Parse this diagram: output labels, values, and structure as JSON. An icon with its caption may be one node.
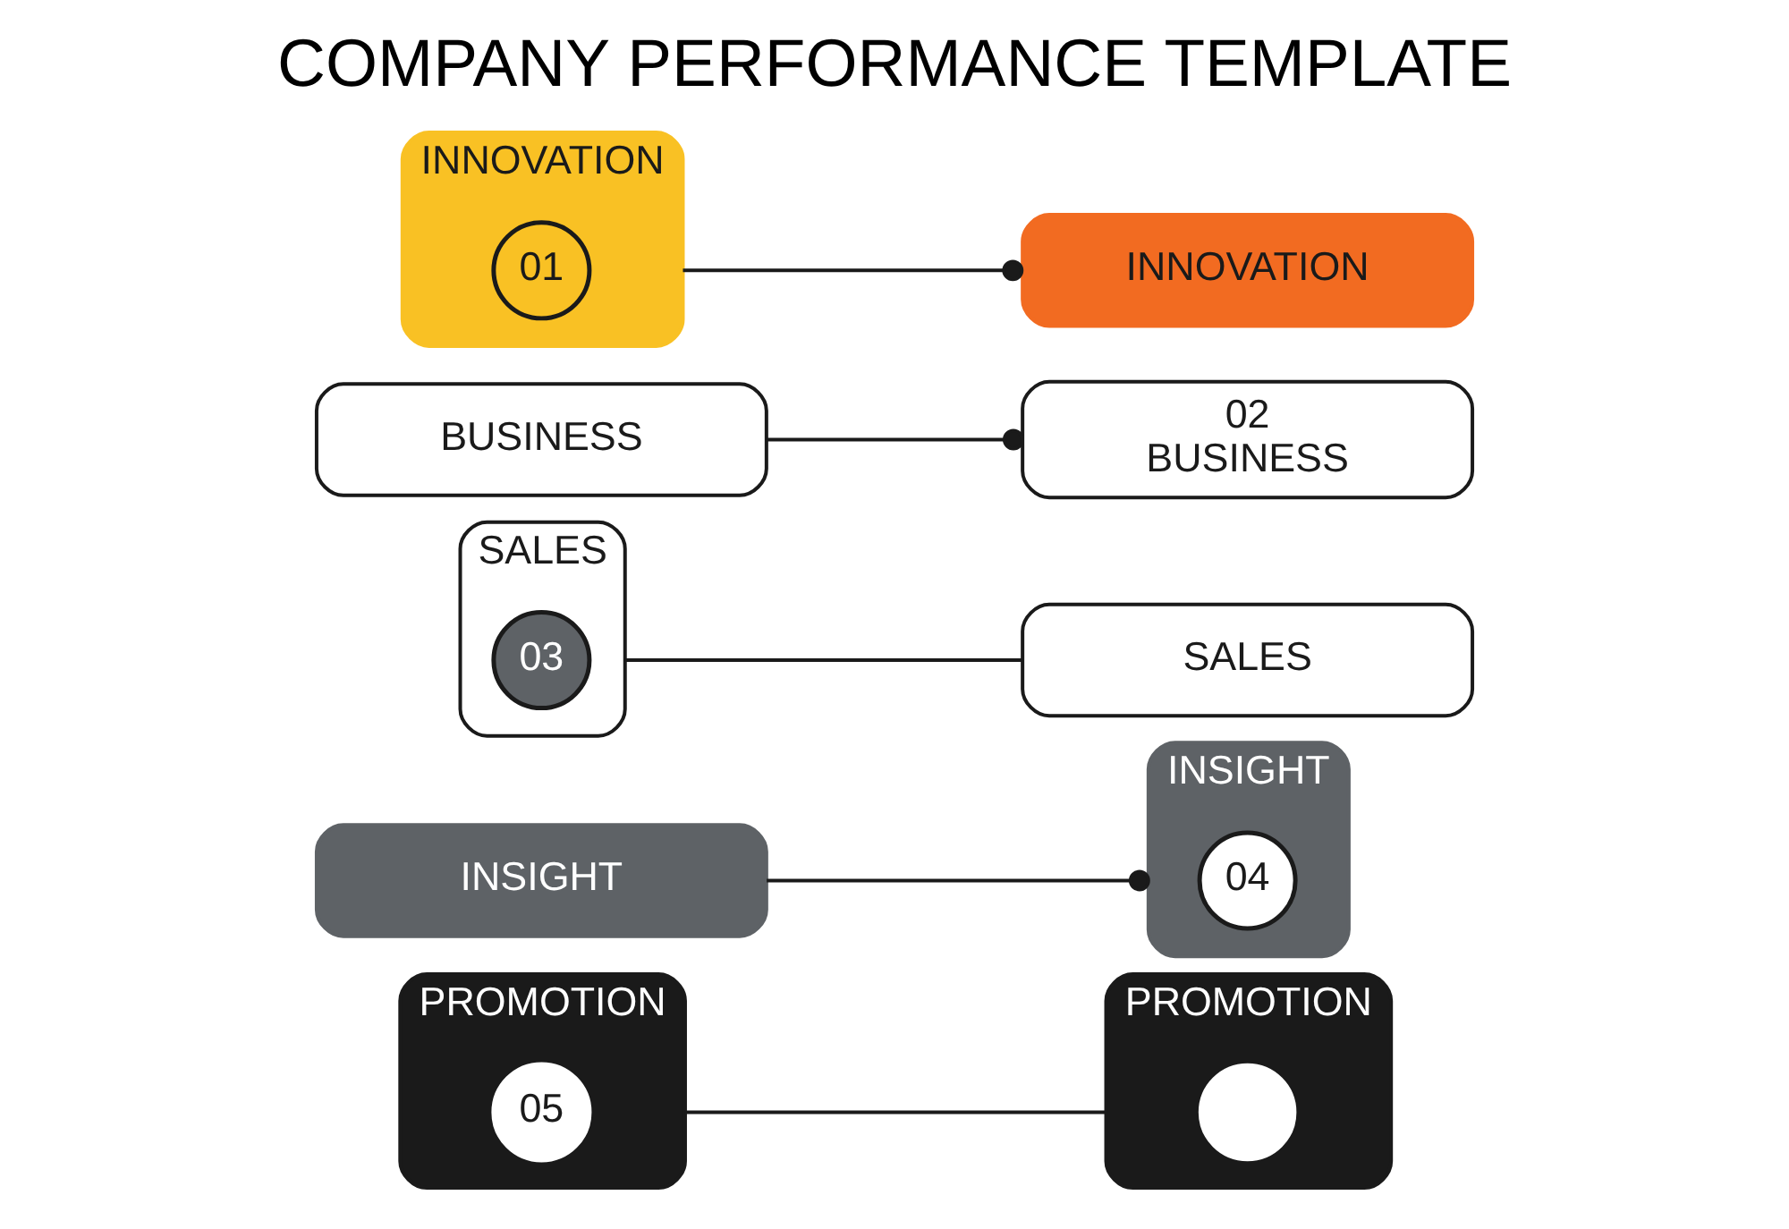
{
  "diagram": {
    "title": "COMPANY PERFORMANCE TEMPLATE",
    "nodes": [
      {
        "text": [
          "INNOVATION"
        ]
      },
      {
        "text": [
          "01"
        ],
        "in": 0
      },
      {
        "text": [
          "INNOVATION"
        ]
      },
      {
        "text": [
          "BUSINESS"
        ]
      },
      {
        "text": [
          "02",
          "BUSINESS"
        ]
      },
      {
        "text": [
          "SALES"
        ]
      },
      {
        "text": [
          "03"
        ],
        "in": 5
      },
      {
        "text": [
          "SALES"
        ]
      },
      {
        "text": [
          "INSIGHT"
        ]
      },
      {
        "text": [
          "INSIGHT"
        ]
      },
      {
        "text": [
          "04"
        ],
        "in": 9
      },
      {
        "text": [
          "PROMOTION"
        ]
      },
      {
        "text": [
          "05"
        ],
        "in": 11
      },
      {
        "text": [
          "PROMOTION"
        ]
      },
      {
        "text": [],
        "shape": "circle",
        "in": 13
      }
    ],
    "edges": [
      {
        "from": 0,
        "to": 2,
        "arrow": "other"
      },
      {
        "from": 3,
        "to": 4,
        "arrow": "other"
      },
      {
        "from": 5,
        "to": 7,
        "arrow": "none"
      },
      {
        "from": 8,
        "to": 9,
        "arrow": "other"
      },
      {
        "from": 11,
        "to": 13,
        "arrow": "none"
      }
    ]
  }
}
